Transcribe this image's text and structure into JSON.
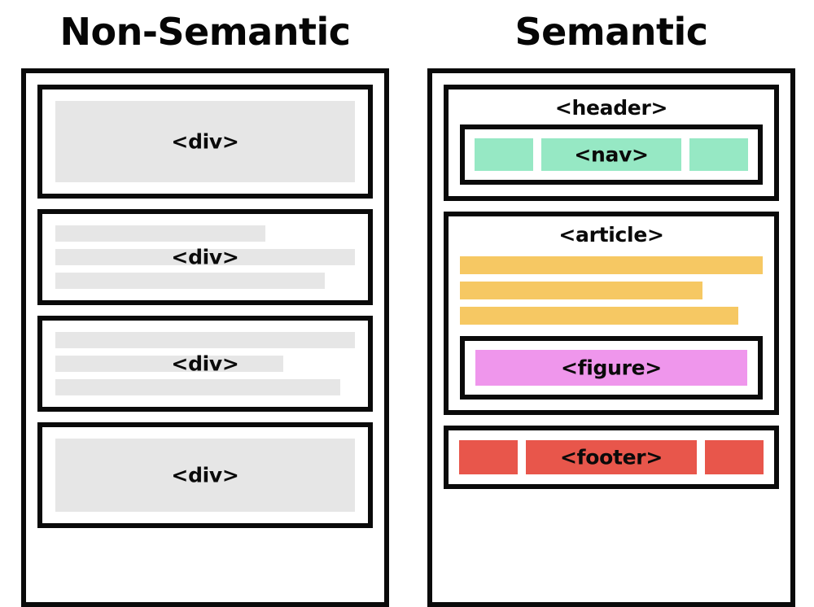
{
  "diagram": {
    "title_left": "Non-Semantic",
    "title_right": "Semantic"
  },
  "colors": {
    "ink": "#0A0A0A",
    "gray": "#E6E6E6",
    "green": "#96E8C4",
    "amber": "#F6C863",
    "pink": "#EF96EC",
    "red": "#E8564B",
    "background": "#FFFFFF"
  },
  "non_semantic": {
    "label": "Non-Semantic",
    "blocks": [
      {
        "tag": "<div>",
        "style": "solid"
      },
      {
        "tag": "<div>",
        "style": "lines",
        "bar_widths": [
          "70%",
          "100%",
          "90%"
        ]
      },
      {
        "tag": "<div>",
        "style": "lines",
        "bar_widths": [
          "100%",
          "76%",
          "95%"
        ]
      },
      {
        "tag": "<div>",
        "style": "solid"
      }
    ]
  },
  "semantic": {
    "label": "Semantic",
    "header": {
      "tag": "<header>",
      "nav": {
        "tag": "<nav>",
        "chips": [
          "small",
          "wide",
          "small"
        ]
      }
    },
    "article": {
      "tag": "<article>",
      "bar_widths": [
        "100%",
        "80%",
        "92%"
      ],
      "figure": {
        "tag": "<figure>"
      }
    },
    "footer": {
      "tag": "<footer>",
      "chips": [
        "small",
        "wide",
        "small"
      ]
    }
  }
}
